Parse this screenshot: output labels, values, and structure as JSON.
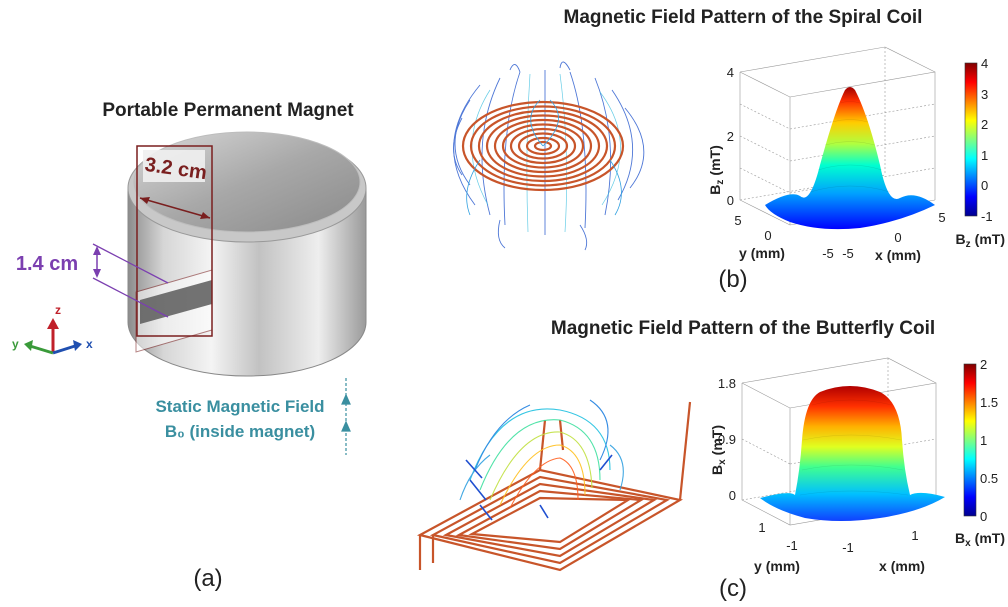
{
  "panel_a": {
    "title": "Portable Permanent Magnet",
    "dim_width": "3.2 cm",
    "dim_height": "1.4 cm",
    "axes": {
      "z": "z",
      "y": "y",
      "x": "x"
    },
    "field_label_line1": "Static Magnetic Field",
    "field_label_line2": "B₀ (inside magnet)",
    "panel_label": "(a)",
    "colors": {
      "dimension": "#7a1f1f",
      "height_dim": "#7b3fb0",
      "field_text": "#3a8fa0",
      "z_axis": "#c0202a",
      "y_axis": "#3a9a3a",
      "x_axis": "#1f4fb0"
    }
  },
  "panel_b": {
    "title": "Magnetic Field Pattern of the Spiral Coil",
    "panel_label": "(b)",
    "plot": {
      "zlabel": "B",
      "zlabel_sub": "z",
      "zlabel_unit": "(mT)",
      "z_ticks": [
        "4",
        "2",
        "0"
      ],
      "ylabel": "y (mm)",
      "xlabel": "x (mm)",
      "y_ticks": [
        "5",
        "0",
        "-5"
      ],
      "x_ticks": [
        "-5",
        "0",
        "5"
      ],
      "colorbar_ticks": [
        "4",
        "3",
        "2",
        "1",
        "0",
        "-1"
      ],
      "colorbar_label": "B",
      "colorbar_label_sub": "z",
      "colorbar_label_unit": "(mT)",
      "range": [
        -1,
        4
      ]
    }
  },
  "panel_c": {
    "title": "Magnetic Field Pattern of the Butterfly Coil",
    "panel_label": "(c)",
    "plot": {
      "zlabel": "B",
      "zlabel_sub": "x",
      "zlabel_unit": "(mT)",
      "z_ticks": [
        "1.8",
        "0.9",
        "0"
      ],
      "ylabel": "y (mm)",
      "xlabel": "x (mm)",
      "y_ticks": [
        "1",
        "-1"
      ],
      "x_ticks": [
        "-1",
        "1"
      ],
      "colorbar_ticks": [
        "2",
        "1.5",
        "1",
        "0.5",
        "0"
      ],
      "colorbar_label": "B",
      "colorbar_label_sub": "x",
      "colorbar_label_unit": "(mT)",
      "range": [
        0,
        2
      ]
    }
  }
}
